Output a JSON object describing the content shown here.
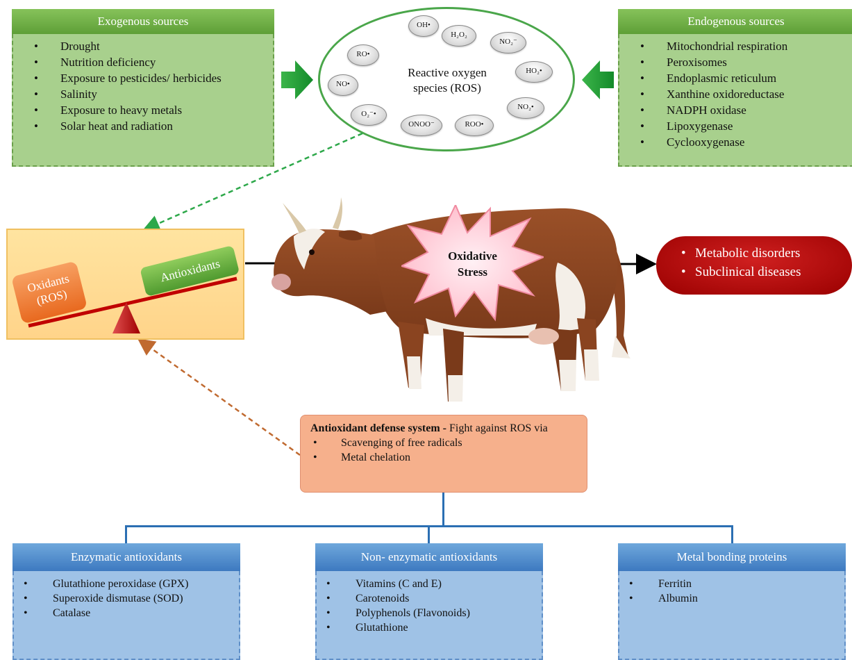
{
  "exogenous": {
    "title": "Exogenous sources",
    "items": [
      "Drought",
      "Nutrition deficiency",
      "Exposure to pesticides/ herbicides",
      "Salinity",
      "Exposure to heavy metals",
      "Solar heat and radiation"
    ]
  },
  "endogenous": {
    "title": "Endogenous sources",
    "items": [
      "Mitochondrial respiration",
      "Peroxisomes",
      "Endoplasmic reticulum",
      "Xanthine oxidoreductase",
      "NADPH oxidase",
      "Lipoxygenase",
      "Cyclooxygenase"
    ]
  },
  "ros": {
    "line1": "Reactive oxygen",
    "line2": "species (ROS)",
    "species": [
      "OH•",
      "H₂O₂",
      "NO₂⁻",
      "RO•",
      "HO₂•",
      "NO•",
      "NO₂•",
      "O₂⁻•",
      "ONOO⁻",
      "ROO•"
    ]
  },
  "balance": {
    "oxidants_line1": "Oxidants",
    "oxidants_line2": "(ROS)",
    "antioxidants": "Antioxidants"
  },
  "stress": {
    "line1": "Oxidative",
    "line2": "Stress"
  },
  "outcomes": [
    "Metabolic disorders",
    "Subclinical diseases"
  ],
  "defense": {
    "bold": "Antioxidant defense system -",
    "rest": " Fight against ROS via",
    "items": [
      "Scavenging of free radicals",
      "Metal chelation"
    ]
  },
  "categories": [
    {
      "title": "Enzymatic antioxidants",
      "items": [
        "Glutathione peroxidase (GPX)",
        "Superoxide dismutase (SOD)",
        "Catalase"
      ]
    },
    {
      "title": "Non- enzymatic antioxidants",
      "items": [
        "Vitamins (C and E)",
        "Carotenoids",
        "Polyphenols (Flavonoids)",
        "Glutathione"
      ]
    },
    {
      "title": "Metal bonding proteins",
      "items": [
        "Ferritin",
        "Albumin"
      ]
    }
  ],
  "colors": {
    "green_header": "#5e9f37",
    "green_body": "#a8d08d",
    "blue_header": "#3d79c0",
    "blue_body": "#9fc2e6",
    "red_outcome": "#b00000",
    "star": "#ffc8d4"
  }
}
